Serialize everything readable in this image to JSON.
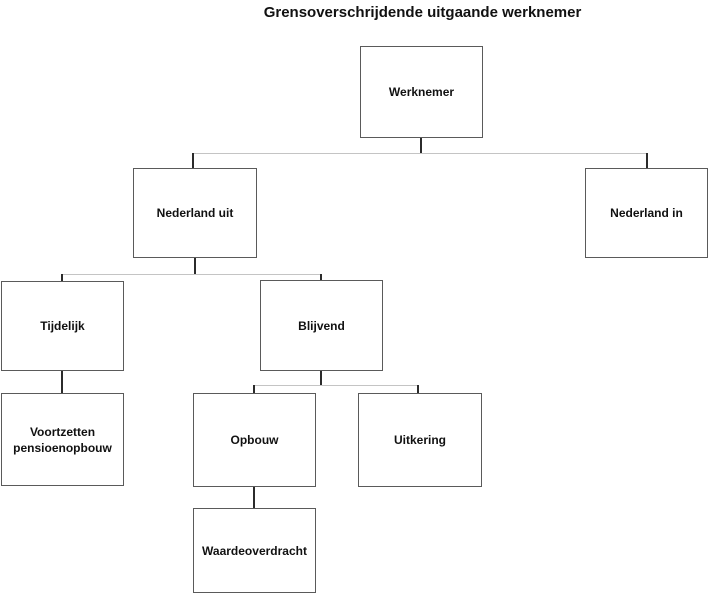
{
  "title": "Grensoverschrijdende uitgaande werknemer",
  "nodes": {
    "werknemer": {
      "label": "Werknemer"
    },
    "nederland_uit": {
      "label": "Nederland uit"
    },
    "nederland_in": {
      "label": "Nederland in"
    },
    "tijdelijk": {
      "label": "Tijdelijk"
    },
    "blijvend": {
      "label": "Blijvend"
    },
    "voortzetten": {
      "label": "Voortzetten pensioenopbouw"
    },
    "opbouw": {
      "label": "Opbouw"
    },
    "uitkering": {
      "label": "Uitkering"
    },
    "waardeoverdracht": {
      "label": "Waardeoverdracht"
    }
  },
  "edges": [
    {
      "from": "Werknemer",
      "to": "Nederland uit"
    },
    {
      "from": "Werknemer",
      "to": "Nederland in"
    },
    {
      "from": "Nederland uit",
      "to": "Tijdelijk"
    },
    {
      "from": "Nederland uit",
      "to": "Blijvend"
    },
    {
      "from": "Tijdelijk",
      "to": "Voortzetten pensioenopbouw"
    },
    {
      "from": "Blijvend",
      "to": "Opbouw"
    },
    {
      "from": "Blijvend",
      "to": "Uitkering"
    },
    {
      "from": "Opbouw",
      "to": "Waardeoverdracht"
    }
  ],
  "colors": {
    "background": "#ffffff",
    "box_border": "#5a5a5a",
    "text": "#111111",
    "connector_vertical": "#2b2b2b",
    "connector_horizontal": "#c4c4c4"
  }
}
